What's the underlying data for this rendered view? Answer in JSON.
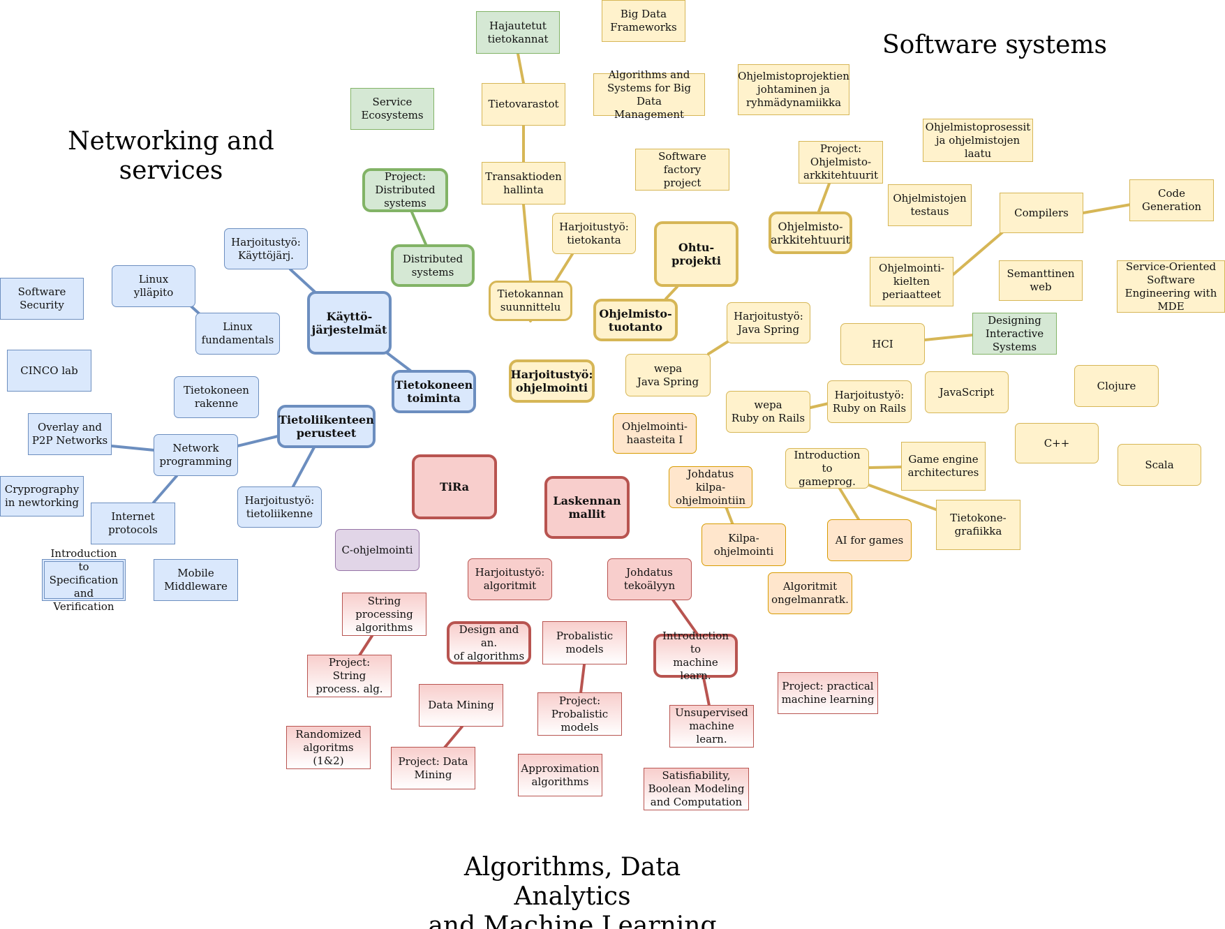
{
  "headings": {
    "software": "Software systems",
    "networking": "Networking and\nservices",
    "algorithms": "Algorithms, Data Analytics\nand Machine Learning"
  },
  "colors": {
    "blue_fill": "#dae8fc",
    "blue_stroke": "#6c8ebf",
    "yellow_fill": "#fff2cc",
    "yellow_stroke": "#d6b656",
    "green_fill": "#d5e8d4",
    "green_stroke": "#82b366",
    "red_fill": "#f8cecc",
    "red_stroke": "#b85450",
    "orange_fill": "#ffe6cc",
    "orange_stroke": "#d79b00",
    "purple_fill": "#e1d5e7",
    "purple_stroke": "#9673a6"
  },
  "nodes": {
    "hajautetut": "Hajautetut\ntietokannat",
    "bigdata_fw": "Big Data\nFrameworks",
    "tietovarastot": "Tietovarastot",
    "algos_bigdata": "Algorithms and\nSystems for Big Data\nManagement",
    "ohj_projektien": "Ohjelmistoprojektien\njohtaminen ja\nryhmädynamiikka",
    "service_eco": "Service\nEcosystems",
    "transaktiot": "Transaktioden\nhallinta",
    "software_factory": "Software factory\nproject",
    "project_arkkit": "Project:\nOhjelmisto-\narkkitehtuurit",
    "ohj_prosessit": "Ohjelmistoprosessit\nja ohjelmistojen laatu",
    "project_distributed": "Project:\nDistributed\nsystems",
    "ohj_testaus": "Ohjelmistojen\ntestaus",
    "compilers": "Compilers",
    "code_gen": "Code\nGeneration",
    "harj_tietokanta": "Harjoitustyö:\ntietokanta",
    "ohtu_projekti": "Ohtu-\nprojekti",
    "ohj_arkkit": "Ohjelmisto-\narkkitehtuurit",
    "harj_kayttojarj": "Harjoitustyö:\nKäyttöjärj.",
    "distributed": "Distributed\nsystems",
    "ohjkielten": "Ohjelmointi-\nkielten\nperiaatteet",
    "semanttinen": "Semanttinen\nweb",
    "soa_mde": "Service-Oriented\nSoftware\nEngineering with\nMDE",
    "software_security": "Software\nSecurity",
    "linux_yllapito": "Linux\nylläpito",
    "tietokannan_suunn": "Tietokannan\nsuunnittelu",
    "ohj_tuotanto": "Ohjelmisto-\ntuotanto",
    "harj_java": "Harjoitustyö:\nJava Spring",
    "linux_fund": "Linux\nfundamentals",
    "kayttojarj": "Käyttö-\njärjestelmät",
    "hci": "HCI",
    "designing_interactive": "Designing\nInteractive\nSystems",
    "cinco": "CINCO lab",
    "harj_ohjelmointi": "Harjoitustyö:\nohjelmointi",
    "wepa_java": "wepa\nJava Spring",
    "tietokoneen_toiminta": "Tietokoneen\ntoiminta",
    "tietokoneen_rakenne": "Tietokoneen\nrakenne",
    "javascript": "JavaScript",
    "clojure": "Clojure",
    "wepa_ruby": "wepa\nRuby on Rails",
    "harj_ruby": "Harjoitustyö:\nRuby on Rails",
    "overlay": "Overlay and\nP2P Networks",
    "tietoliikenteen_perusteet": "Tietoliikenteen\nperusteet",
    "ohj_haasteita": "Ohjelmointi-\nhaasteita I",
    "cpp": "C++",
    "network_prog": "Network\nprogramming",
    "gameprog": "Introduction to\ngameprog.",
    "game_engine": "Game engine\narchitectures",
    "scala": "Scala",
    "tira": "TiRa",
    "johdatus_kilpa": "Johdatus kilpa-\nohjelmointiin",
    "crypto": "Cryprography\nin newtorking",
    "harj_tietoliikenne": "Harjoitustyö:\ntietoliikenne",
    "laskennan_mallit": "Laskennan\nmallit",
    "internet_protocols": "Internet\nprotocols",
    "tietokonegrafiikka": "Tietokone-\ngrafiikka",
    "kilpaohjelmointi": "Kilpa-\nohjelmointi",
    "ai_games": "AI for games",
    "c_ohjelmointi": "C-ohjelmointi",
    "intro_spec": "Introduction to\nSpecification\nand Verification",
    "mobile_mw": "Mobile\nMiddleware",
    "harj_algoritmit": "Harjoitustyö:\nalgoritmit",
    "johdatus_tekoaly": "Johdatus\ntekoälyyn",
    "algoritmit_ongelman": "Algoritmit\nongelmanratk.",
    "string_algos": "String\nprocessing\nalgorithms",
    "design_an": "Design and an.\nof algorithms",
    "probalistic": "Probalistic\nmodels",
    "intro_ml": "Introduction to\nmachine learn.",
    "project_string": "Project: String\nprocess. alg.",
    "project_practical_ml": "Project: practical\nmachine learning",
    "data_mining": "Data Mining",
    "project_probalistic": "Project:\nProbalistic\nmodels",
    "unsupervised": "Unsupervised\nmachine learn.",
    "randomized": "Randomized\nalgoritms (1&2)",
    "project_data_mining": "Project: Data\nMining",
    "approx": "Approximation\nalgorithms",
    "satisfiability": "Satisfiability,\nBoolean Modeling\nand Computation"
  }
}
